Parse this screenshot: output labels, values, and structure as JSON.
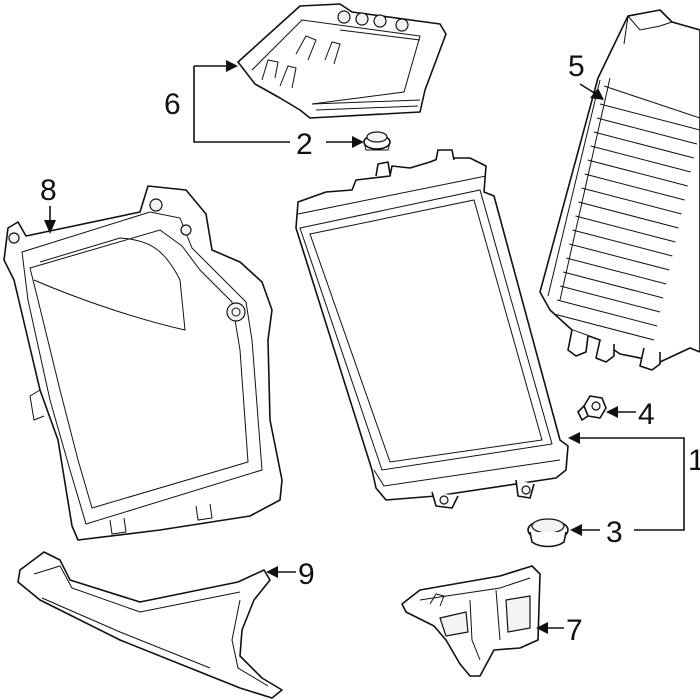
{
  "callouts": [
    {
      "id": "n1",
      "text": "1"
    },
    {
      "id": "n2",
      "text": "2"
    },
    {
      "id": "n3",
      "text": "3"
    },
    {
      "id": "n4",
      "text": "4"
    },
    {
      "id": "n5",
      "text": "5"
    },
    {
      "id": "n6",
      "text": "6"
    },
    {
      "id": "n7",
      "text": "7"
    },
    {
      "id": "n8",
      "text": "8"
    },
    {
      "id": "n9",
      "text": "9"
    }
  ]
}
